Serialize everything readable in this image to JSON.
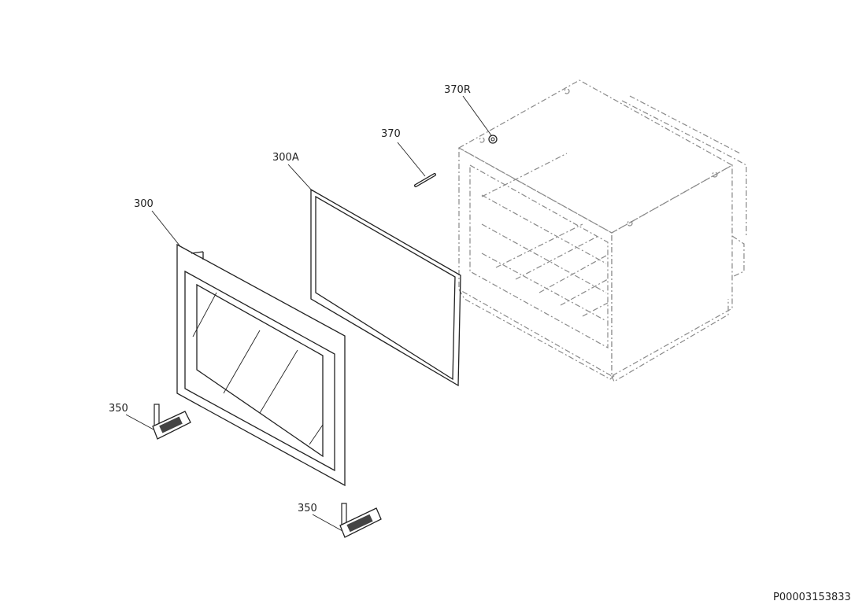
{
  "parts": [
    {
      "id": "p300",
      "label": "300"
    },
    {
      "id": "p300A",
      "label": "300A"
    },
    {
      "id": "p370",
      "label": "370"
    },
    {
      "id": "p370R",
      "label": "370R"
    },
    {
      "id": "p350a",
      "label": "350"
    },
    {
      "id": "p350b",
      "label": "350"
    }
  ],
  "document_id": "P00003153833",
  "colors": {
    "line": "#222222",
    "phantom": "#8a8a8a",
    "background": "#ffffff"
  }
}
